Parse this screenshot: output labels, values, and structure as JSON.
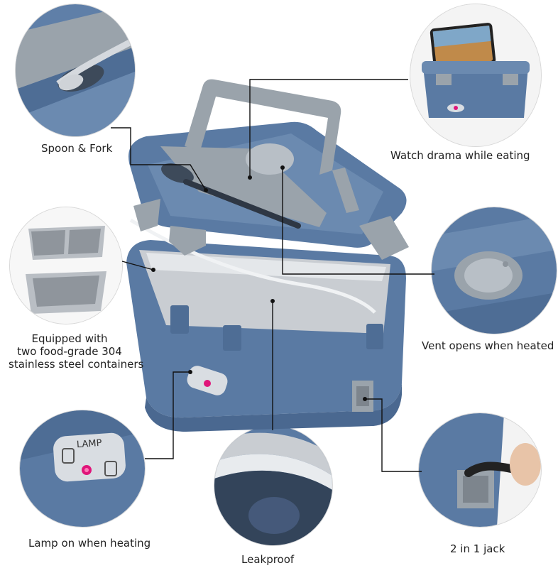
{
  "features": {
    "spoon_fork": "Spoon & Fork",
    "watch_drama": "Watch drama while eating",
    "containers": [
      "Equipped with",
      "two food-grade 304",
      "stainless steel containers"
    ],
    "vent": "Vent opens when heated",
    "lamp": "Lamp on when heating",
    "leakproof": "Leakproof",
    "jack": "2 in 1 jack"
  },
  "device": {
    "lamp_label": "LAMP"
  },
  "colors": {
    "body_blue": "#5a7aa3",
    "body_dark": "#3f5d85",
    "lid_gray": "#9aa3ab",
    "steel": "#c9cdd2",
    "indicator": "#e0157a"
  }
}
